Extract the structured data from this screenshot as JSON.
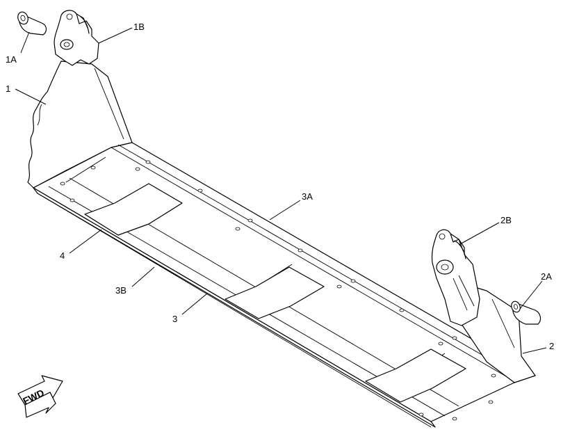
{
  "callouts": {
    "c1": "1",
    "c1a": "1A",
    "c1b": "1B",
    "c2": "2",
    "c2a": "2A",
    "c2b": "2B",
    "c3": "3",
    "c3a": "3A",
    "c3b": "3B",
    "c4": "4"
  },
  "direction_label": "FWD"
}
